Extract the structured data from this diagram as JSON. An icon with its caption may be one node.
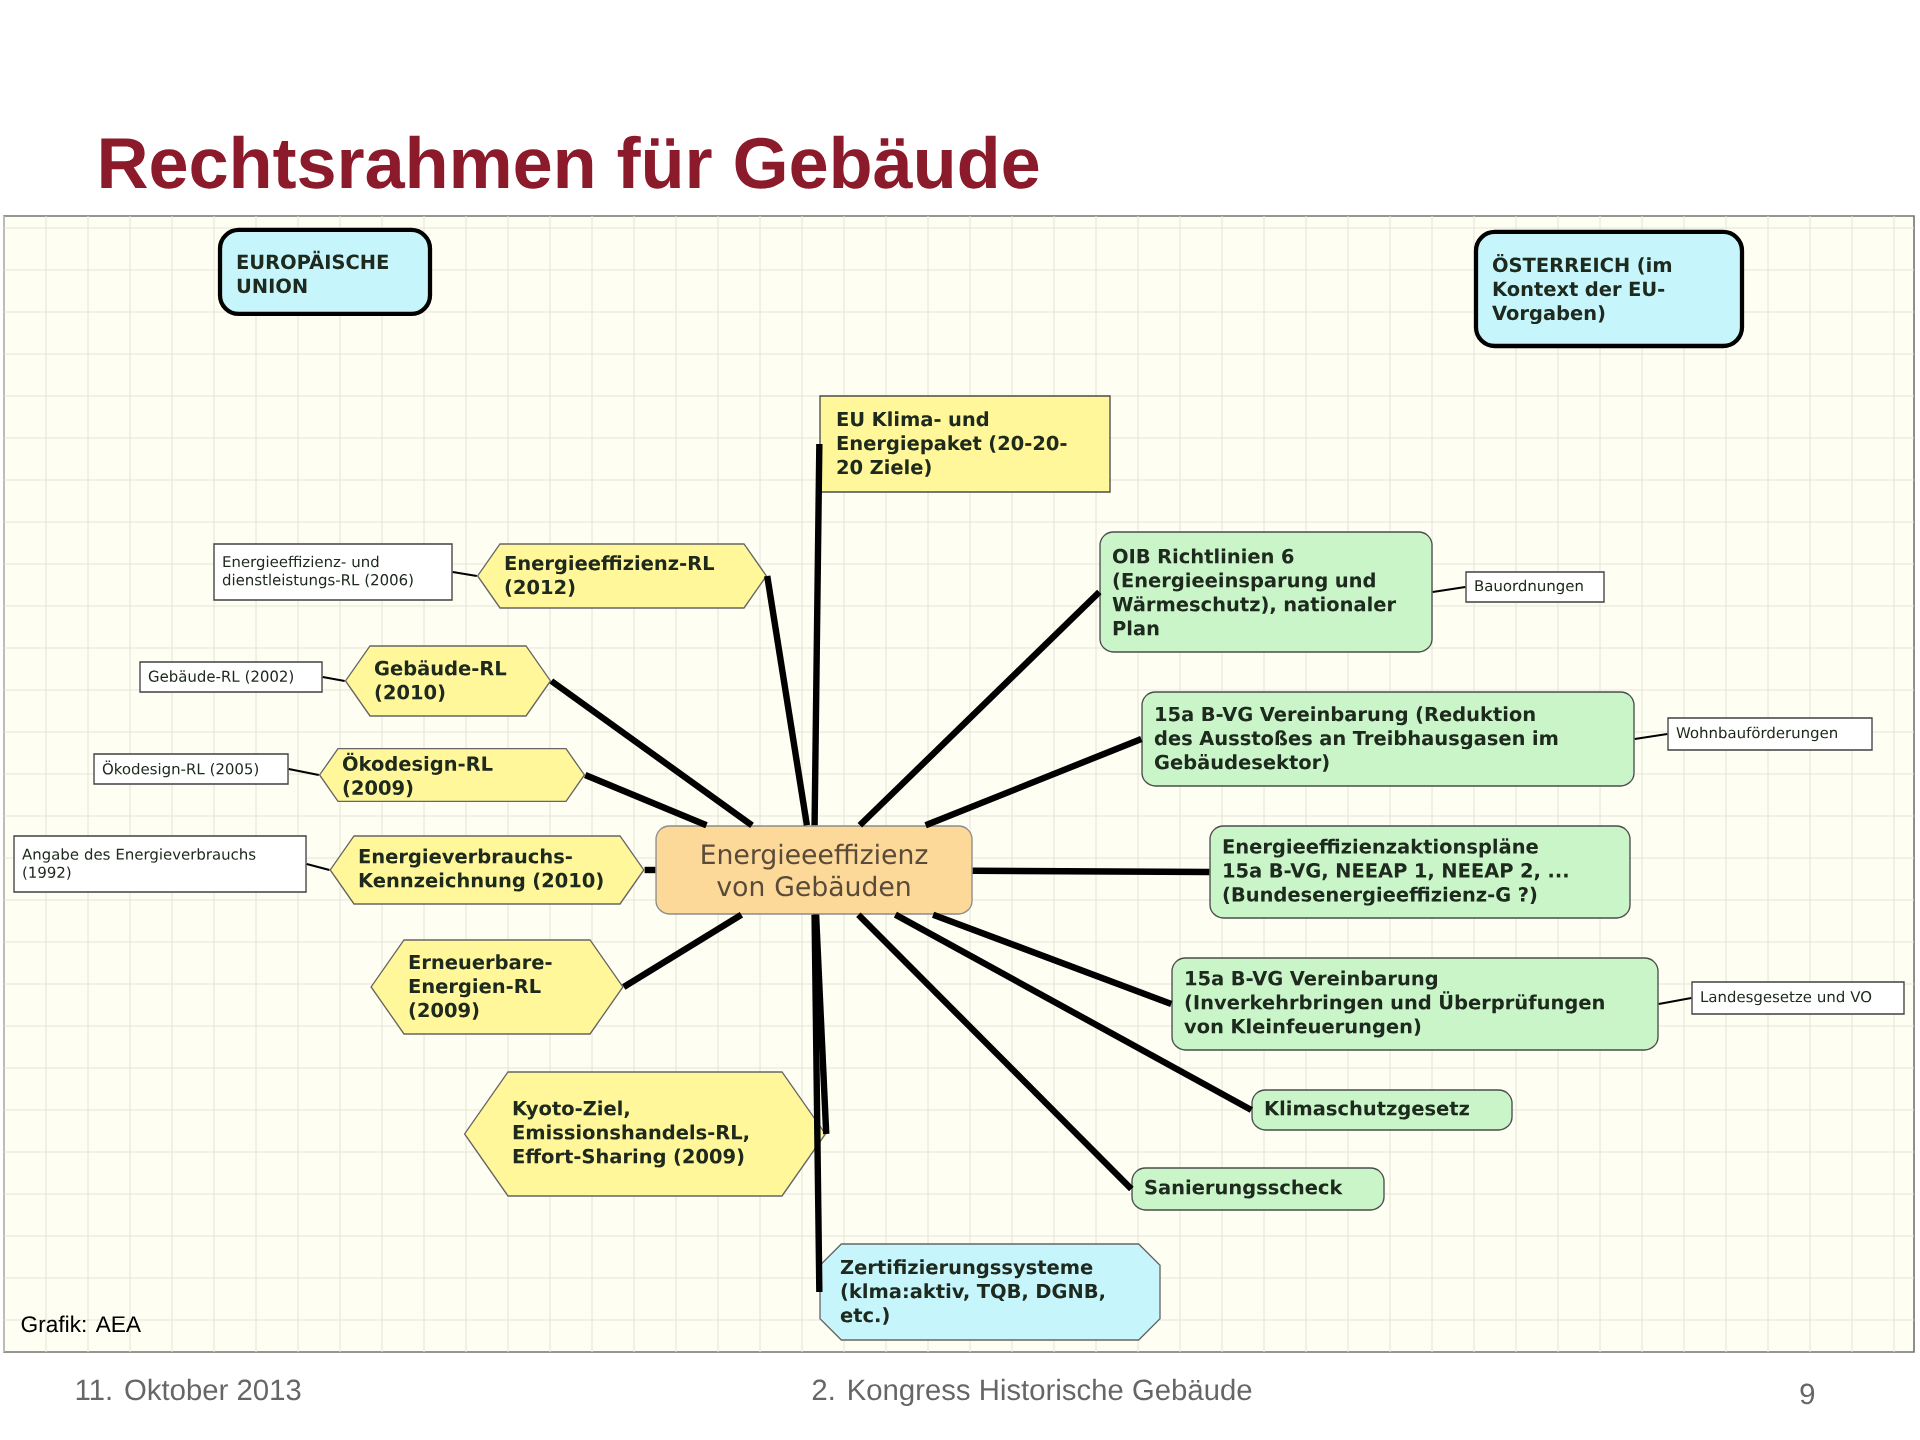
{
  "diagram": {
    "title": "Rechtsrahmen für Gebäude",
    "nodes": [
      {
        "text": [
          "EUROPÄISCHE UNION"
        ]
      },
      {
        "text": [
          "ÖSTERREICH (im Kontext der EU-Vorgaben)"
        ]
      },
      {
        "text": [
          "EU Klima- und Energiepaket (20-20-20 Ziele)"
        ]
      },
      {
        "text": [
          "Energieeffizienz- und dienstleistungs-RL (2006)"
        ]
      },
      {
        "text": [
          "Energieeffizienz-RL (2012)"
        ]
      },
      {
        "text": [
          "OIB Richtlinien 6 (Energieeinsparung und Wärmeschutz), nationaler Plan"
        ]
      },
      {
        "text": [
          "Bauordnungen"
        ]
      },
      {
        "text": [
          "Gebäude-RL (2002)"
        ]
      },
      {
        "text": [
          "Gebäude-RL (2010)"
        ]
      },
      {
        "text": [
          "15a B-VG Vereinbarung (Reduktion des Ausstoßes an Treibhausgasen im Gebäudesektor)"
        ]
      },
      {
        "text": [
          "Wohnbauförderungen"
        ]
      },
      {
        "text": [
          "Ökodesign-RL (2005)"
        ]
      },
      {
        "text": [
          "Ökodesign-RL (2009)"
        ]
      },
      {
        "text": [
          "Angabe des Energieverbrauchs (1992)"
        ]
      },
      {
        "text": [
          "Energieverbrauchs-Kennzeichnung (2010)"
        ]
      },
      {
        "text": [
          "Energieeeffizienz von Gebäuden"
        ]
      },
      {
        "text": [
          "Energieeffizienzaktionspläne 15a B-VG, NEEAP 1, NEEAP 2, ... (Bundesenergieeffizienz-G ?)"
        ]
      },
      {
        "text": [
          "Erneuerbare-Energien-RL (2009)"
        ]
      },
      {
        "text": [
          "15a B-VG Vereinbarung (Inverkehrbringen und Überprüfungen von Kleinfeuerungen)"
        ]
      },
      {
        "text": [
          "Landesgesetze und VO"
        ]
      },
      {
        "text": [
          "Klimaschutzgesetz"
        ]
      },
      {
        "text": [
          "Kyoto-Ziel, Emissionshandels-RL, Effort-Sharing (2009)"
        ]
      },
      {
        "text": [
          "Sanierungsscheck"
        ]
      },
      {
        "text": [
          "Zertifizierungssysteme (klma:aktiv, TQB, DGNB, etc.)"
        ]
      }
    ],
    "edges": [
      {
        "from": 15,
        "to": 2,
        "arrow": "none"
      },
      {
        "from": 15,
        "to": 4,
        "arrow": "none"
      },
      {
        "from": 15,
        "to": 8,
        "arrow": "none"
      },
      {
        "from": 15,
        "to": 12,
        "arrow": "none"
      },
      {
        "from": 15,
        "to": 14,
        "arrow": "none"
      },
      {
        "from": 15,
        "to": 17,
        "arrow": "none"
      },
      {
        "from": 15,
        "to": 21,
        "arrow": "none"
      },
      {
        "from": 15,
        "to": 23,
        "arrow": "none"
      },
      {
        "from": 15,
        "to": 5,
        "arrow": "none"
      },
      {
        "from": 15,
        "to": 9,
        "arrow": "none"
      },
      {
        "from": 15,
        "to": 16,
        "arrow": "none"
      },
      {
        "from": 15,
        "to": 18,
        "arrow": "none"
      },
      {
        "from": 15,
        "to": 20,
        "arrow": "none"
      },
      {
        "from": 15,
        "to": 22,
        "arrow": "none"
      },
      {
        "from": 4,
        "to": 3,
        "arrow": "none"
      },
      {
        "from": 8,
        "to": 7,
        "arrow": "none"
      },
      {
        "from": 12,
        "to": 11,
        "arrow": "none"
      },
      {
        "from": 14,
        "to": 13,
        "arrow": "none"
      },
      {
        "from": 5,
        "to": 6,
        "arrow": "none"
      },
      {
        "from": 9,
        "to": 10,
        "arrow": "none"
      },
      {
        "from": 18,
        "to": 19,
        "arrow": "none"
      }
    ],
    "labels": [
      "Grafik: AEA",
      "11. Oktober 2013",
      "2. Kongress Historische Gebäude",
      "9"
    ]
  }
}
